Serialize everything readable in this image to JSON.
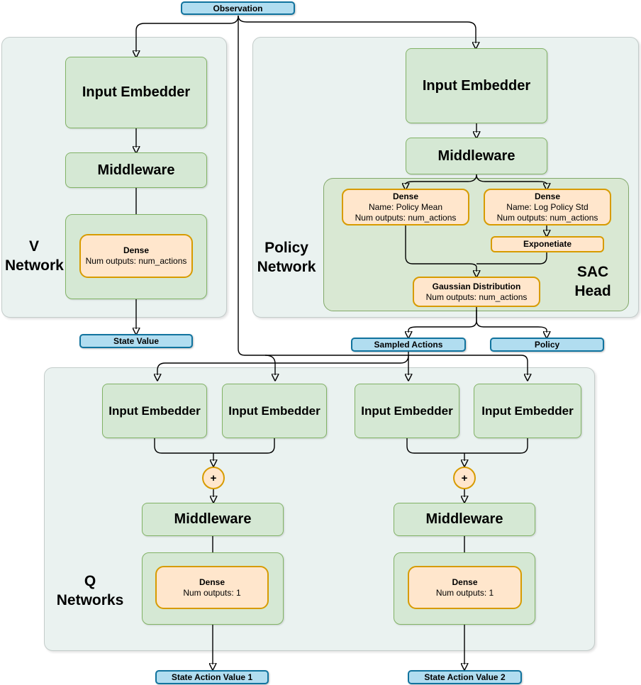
{
  "observation": "Observation",
  "v_network": {
    "title": "V Network",
    "input_embedder": "Input Embedder",
    "middleware": "Middleware",
    "dense_title": "Dense",
    "dense_detail": "Num outputs: num_actions",
    "output": "State Value"
  },
  "policy_network": {
    "title": "Policy Network",
    "input_embedder": "Input Embedder",
    "middleware": "Middleware",
    "sac_head": {
      "title": "SAC Head",
      "dense_mean_title": "Dense",
      "dense_mean_name": "Name: Policy Mean",
      "dense_mean_outputs": "Num outputs: num_actions",
      "dense_std_title": "Dense",
      "dense_std_name": "Name: Log Policy Std",
      "dense_std_outputs": "Num outputs: num_actions",
      "exponentiate": "Exponetiate",
      "gaussian_title": "Gaussian Distribution",
      "gaussian_outputs": "Num outputs: num_actions"
    },
    "output_sampled": "Sampled Actions",
    "output_policy": "Policy"
  },
  "q_networks": {
    "title": "Q Networks",
    "embedders": [
      "Input Embedder",
      "Input Embedder",
      "Input Embedder",
      "Input Embedder"
    ],
    "plus_1": "+",
    "plus_2": "+",
    "middleware_1": "Middleware",
    "middleware_2": "Middleware",
    "dense_title_1": "Dense",
    "dense_detail_1": "Num outputs: 1",
    "dense_title_2": "Dense",
    "dense_detail_2": "Num outputs: 1",
    "output_1": "State Action Value 1",
    "output_2": "State Action Value 2"
  },
  "colors": {
    "blue_fill": "#b1ddf0",
    "blue_stroke": "#10739e",
    "green_fill": "#d5e8d4",
    "green_stroke": "#82b366",
    "orange_fill": "#ffe6cc",
    "orange_stroke": "#d79b00",
    "panel_fill": "#eaf2f0",
    "edge": "#000000"
  }
}
